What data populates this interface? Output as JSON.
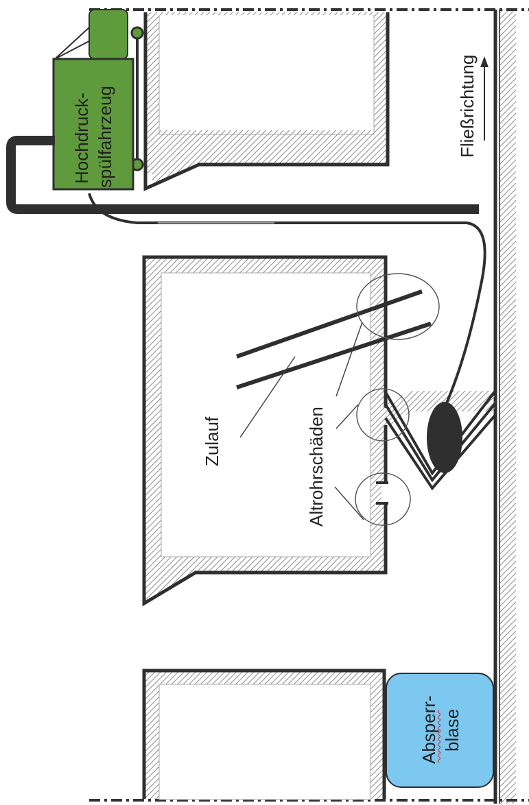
{
  "labels": {
    "vehicle_line1": "Hochdruck-",
    "vehicle_line2": "spülfahrzeug",
    "flow": "Fließrichtung",
    "inflow": "Zulauf",
    "damage": "Altrohrschäden",
    "bladder_line1": "Absperr-",
    "bladder_line2": "blase"
  },
  "colors": {
    "vehicle_green": "#5f9a3c",
    "vehicle_dark": "#4f8a30",
    "bladder_blue": "#7cc8f0",
    "wall": "#3b3b3b",
    "hatch": "#8a8a8a"
  }
}
